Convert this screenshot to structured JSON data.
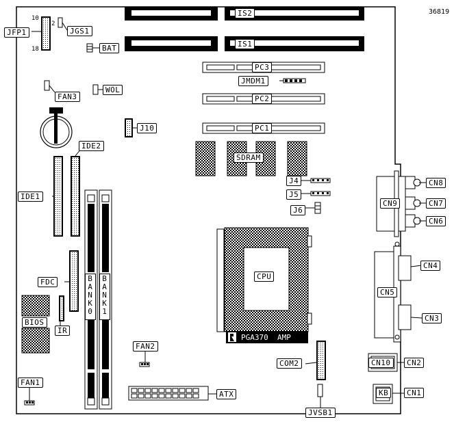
{
  "board_id": "36819",
  "labels": {
    "jfp1": "JFP1",
    "jgs1": "JGS1",
    "bat": "BAT",
    "is2": "IS2",
    "is1": "IS1",
    "pc3": "PC3",
    "pc2": "PC2",
    "pc1": "PC1",
    "jmdm1": "JMDM1",
    "fan3": "FAN3",
    "wol": "WOL",
    "j10": "J10",
    "ide2": "IDE2",
    "ide1": "IDE1",
    "sdram": "SDRAM",
    "j4": "J4",
    "j5": "J5",
    "j6": "J6",
    "cn8": "CN8",
    "cn9": "CN9",
    "cn7": "CN7",
    "cn6": "CN6",
    "cn4": "CN4",
    "cn5": "CN5",
    "cn3": "CN3",
    "cpu": "CPU",
    "pga370": "PGA370  AMP",
    "fdc": "FDC",
    "bios": "BIOS",
    "ir": "IR",
    "bank0": "BANK0",
    "bank1": "BANK1",
    "fan2": "FAN2",
    "com2": "COM2",
    "cn10": "CN10",
    "cn2": "CN2",
    "kb": "KB",
    "cn1": "CN1",
    "fan1": "FAN1",
    "atx": "ATX",
    "jvsb1": "JVSB1"
  },
  "pin_numbers": {
    "p10": "10",
    "p2": "2",
    "p18": "18"
  }
}
